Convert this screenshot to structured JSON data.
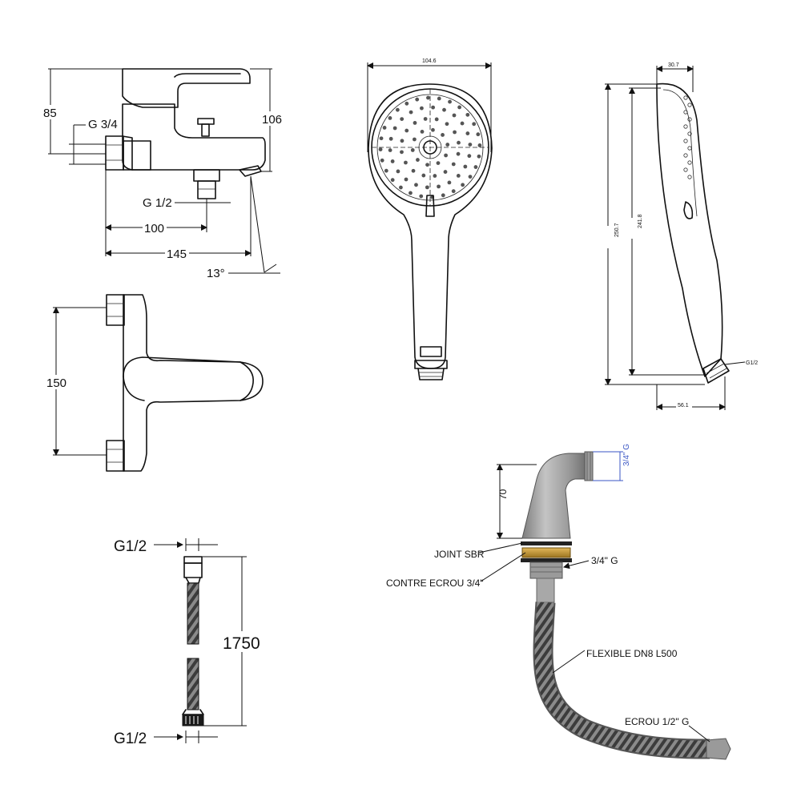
{
  "mixer": {
    "dim_85": "85",
    "dim_106": "106",
    "dim_g34": "G 3/4",
    "dim_g12": "G 1/2",
    "dim_100": "100",
    "dim_145": "145",
    "dim_angle": "13°",
    "dim_150": "150"
  },
  "handshower": {
    "dim_width": "104.6",
    "dim_depth": "30.7",
    "dim_length": "250.7",
    "dim_inner": "241.8",
    "dim_base": "56.1",
    "dim_thread": "G1/2"
  },
  "hose": {
    "top_fitting": "G1/2",
    "length": "1750",
    "bottom_fitting": "G1/2"
  },
  "elbow": {
    "dim_70": "70",
    "dim_thread_top": "3/4\" G",
    "joint": "JOINT SBR",
    "thread_34": "3/4\" G",
    "nut": "CONTRE ECROU 3/4\"",
    "flexible": "FLEXIBLE DN8 L500",
    "end_nut": "ECROU 1/2\" G"
  }
}
